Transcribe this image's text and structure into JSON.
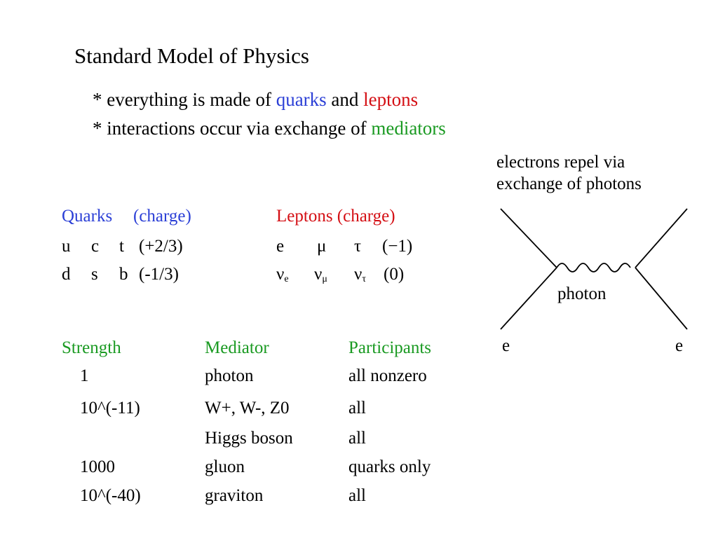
{
  "title": "Standard Model of Physics",
  "bullets": {
    "b1_prefix": "* everything is made of ",
    "b1_quarks": "quarks",
    "b1_and": " and ",
    "b1_leptons": "leptons",
    "b2_prefix": "* interactions occur via exchange of ",
    "b2_mediators": "mediators"
  },
  "quarks": {
    "header_quarks": "Quarks",
    "header_charge": "(charge)",
    "row1": [
      "u",
      "c",
      "t",
      "(+2/3)"
    ],
    "row2": [
      "d",
      "s",
      "b",
      "(-1/3)"
    ]
  },
  "leptons": {
    "header": "Leptons (charge)",
    "row1": [
      "e",
      "μ",
      "τ",
      "(−1)"
    ],
    "row2_nu": [
      "ν",
      "ν",
      "ν"
    ],
    "row2_sub": [
      "e",
      "μ",
      "τ"
    ],
    "row2_charge": "(0)"
  },
  "forces": {
    "headers": [
      "Strength",
      "Mediator",
      "Participants"
    ],
    "rows": [
      [
        "1",
        "photon",
        "all nonzero"
      ],
      [
        "10^(-11)",
        "W+, W-, Z0",
        "all"
      ],
      [
        "",
        "Higgs boson",
        "all"
      ],
      [
        "1000",
        "gluon",
        "quarks only"
      ],
      [
        "10^(-40)",
        "graviton",
        "all"
      ]
    ]
  },
  "diagram": {
    "caption_line1": "electrons repel via",
    "caption_line2": "exchange of photons",
    "photon_label": "photon",
    "left_label": "e",
    "right_label": "e"
  },
  "colors": {
    "quarks": "#2b3fd6",
    "leptons": "#d40f14",
    "mediators": "#1a9a22"
  }
}
